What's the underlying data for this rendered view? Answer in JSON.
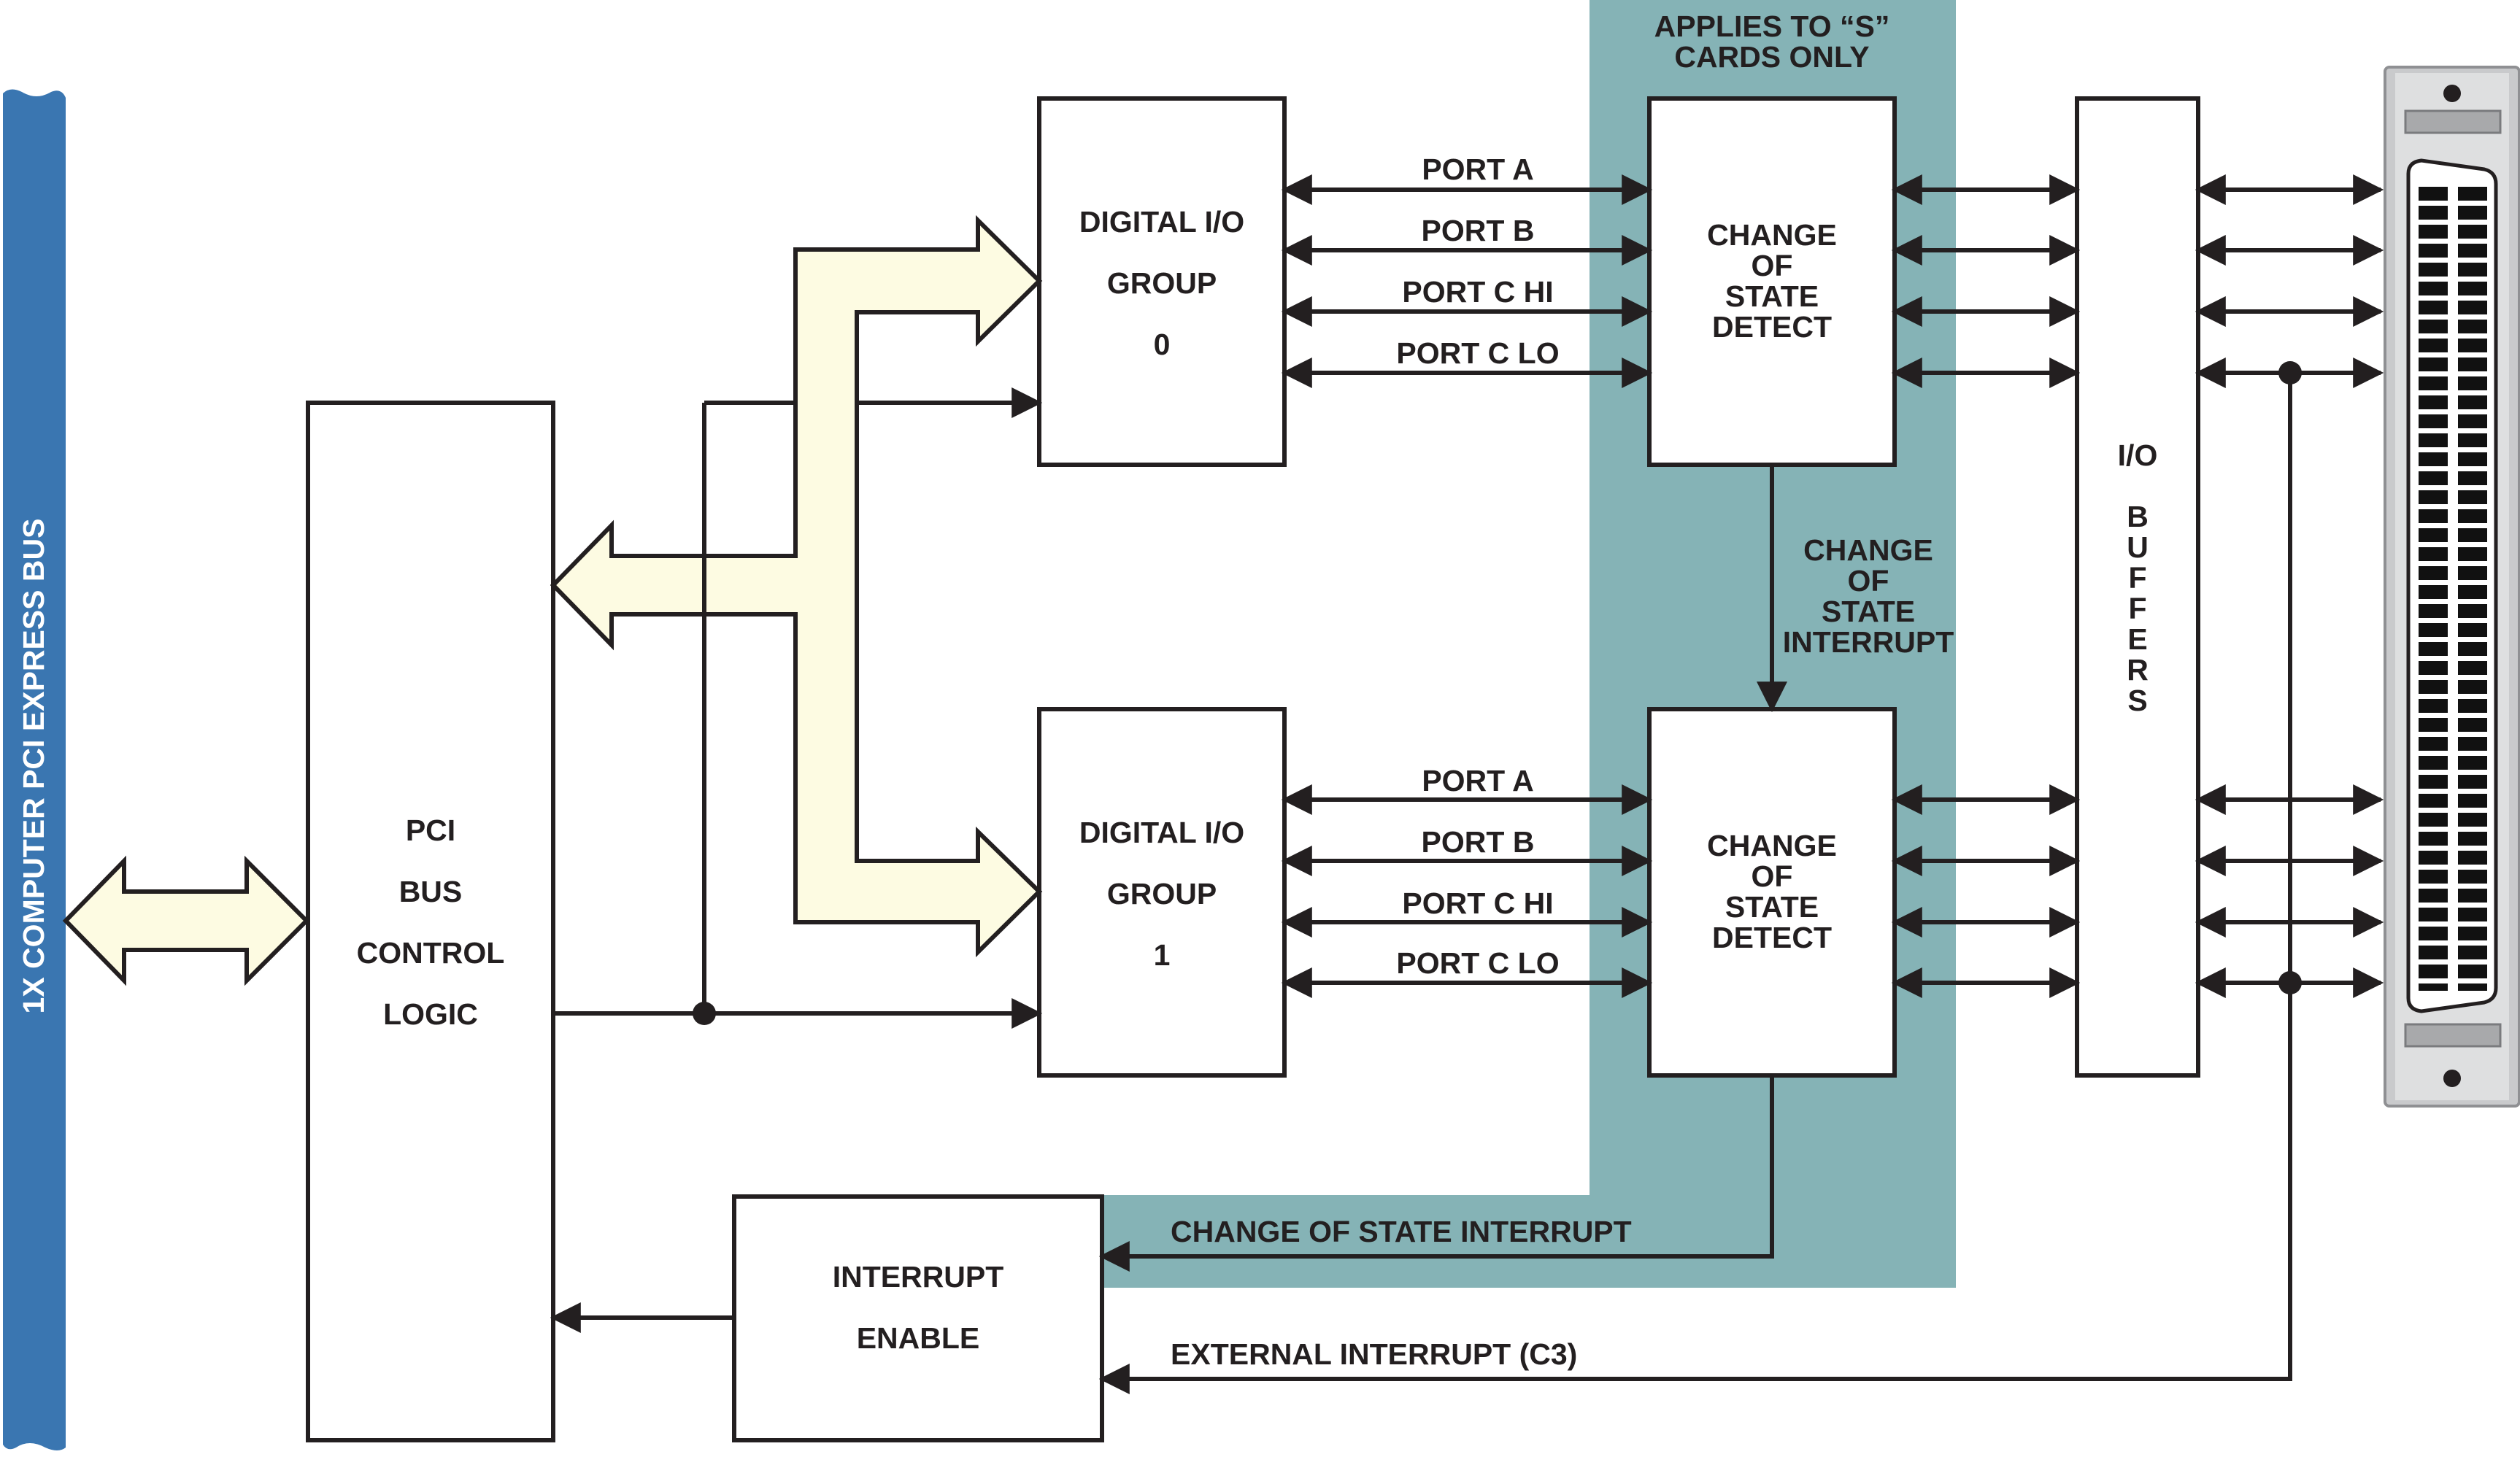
{
  "colors": {
    "cos_region": "#85b3b6",
    "pci_bus_strip": "#3a76b1",
    "bus_arrow_fill": "#fdfbe2",
    "line": "#231f20"
  },
  "labels": {
    "pci_express_bus": "1X COMPUTER PCI EXPRESS BUS",
    "applies_to_line1": "APPLIES TO “S”",
    "applies_to_line2": "CARDS ONLY",
    "pci_block": [
      "PCI",
      "BUS",
      "CONTROL",
      "LOGIC"
    ],
    "dio_group_0": [
      "DIGITAL I/O",
      "GROUP",
      "0"
    ],
    "dio_group_1": [
      "DIGITAL I/O",
      "GROUP",
      "1"
    ],
    "cos_detect": [
      "CHANGE",
      "OF",
      "STATE",
      "DETECT"
    ],
    "cos_interrupt_vertical": [
      "CHANGE",
      "OF",
      "STATE",
      "INTERRUPT"
    ],
    "io_buffers": [
      "I/O",
      "B",
      "U",
      "F",
      "F",
      "E",
      "R",
      "S"
    ],
    "interrupt_enable": [
      "INTERRUPT",
      "ENABLE"
    ],
    "ports": [
      "PORT A",
      "PORT B",
      "PORT C HI",
      "PORT C LO"
    ],
    "cos_interrupt_bus": "CHANGE OF STATE INTERRUPT",
    "external_interrupt": "EXTERNAL INTERRUPT (C3)"
  },
  "icons": {
    "connector": "d-sub-connector-icon"
  }
}
